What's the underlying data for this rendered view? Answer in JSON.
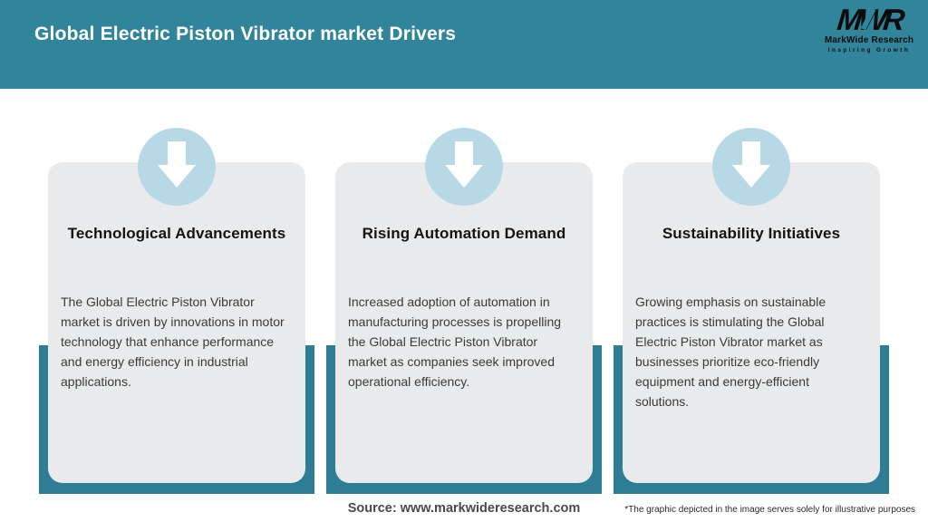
{
  "header": {
    "title": "Global Electric Piston Vibrator market Drivers",
    "logo": {
      "monogram": "MWR",
      "name": "MarkWide Research",
      "tagline": "Inspiring Growth"
    }
  },
  "cards": [
    {
      "icon": "down-arrow-icon",
      "title": "Technological Advancements",
      "body": "The Global Electric Piston Vibrator market is driven by innovations in motor technology that enhance performance and energy efficiency in industrial applications."
    },
    {
      "icon": "down-arrow-icon",
      "title": "Rising Automation Demand",
      "body": "Increased adoption of automation in manufacturing processes is propelling the Global Electric Piston Vibrator market as companies seek improved operational efficiency."
    },
    {
      "icon": "down-arrow-icon",
      "title": "Sustainability Initiatives",
      "body": "Growing emphasis on sustainable practices is stimulating the Global Electric Piston Vibrator market as businesses prioritize eco-friendly equipment and energy-efficient solutions."
    }
  ],
  "footer": {
    "source": "Source: www.markwideresearch.com",
    "disclaimer": "*The graphic depicted in the image serves solely for illustrative purposes"
  },
  "colors": {
    "header_teal": "#32849B",
    "bar_teal": "#2E7D94",
    "card_background": "#E8EAEB",
    "circle_blue": "#B7D9E6",
    "arrow_white": "#FFFFFF",
    "title_text": "#141414",
    "body_text": "#3A3A3A",
    "header_text": "#FFFFFF",
    "logo_accent": "#2E86A0"
  }
}
